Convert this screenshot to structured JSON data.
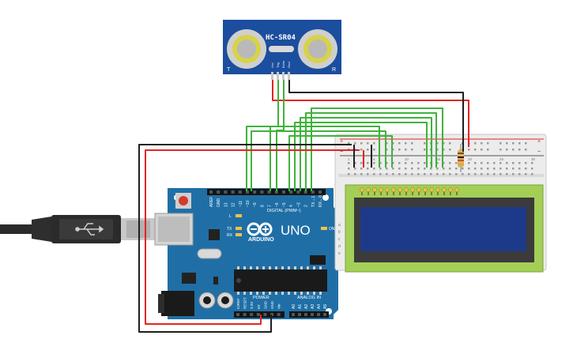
{
  "sensor": {
    "name": "HC-SR04",
    "pins": [
      "Vcc",
      "Trig",
      "Echo",
      "Gnd"
    ],
    "corner_left": "T",
    "corner_right": "R"
  },
  "arduino": {
    "brand": "ARDUINO",
    "model": "UNO",
    "digital_header": "DIGITAL (PWM~)",
    "digital_pins": [
      "AREF",
      "GND",
      "13",
      "12",
      "~11",
      "~10",
      "~9",
      "8",
      "7",
      "~6",
      "~5",
      "4",
      "~3",
      "2",
      "TX→1",
      "RX←0"
    ],
    "power_header": "POWER",
    "power_pins": [
      "IOREF",
      "RESET",
      "3.3V",
      "5V",
      "GND",
      "GND",
      "Vin"
    ],
    "analog_header": "ANALOG IN",
    "analog_pins": [
      "A0",
      "A1",
      "A2",
      "A3",
      "A4",
      "A5"
    ],
    "led_labels": [
      "L",
      "TX",
      "RX",
      "ON"
    ]
  },
  "breadboard": {
    "rail_plus": "+",
    "rail_minus": "−",
    "row_letters": [
      "a",
      "b",
      "c",
      "d",
      "e"
    ],
    "column_numbers": [
      "1",
      "5",
      "10",
      "15",
      "20",
      "25",
      "30"
    ]
  },
  "lcd": {
    "type": "16x2 LCD",
    "pin_count": 16
  },
  "colors": {
    "wire_green": "#3fb23c",
    "wire_red": "#e52421",
    "wire_black": "#1f1f1f",
    "board_blue": "#1f6fa6",
    "lcd_green": "#a3cf57",
    "lcd_screen": "#1d3a8a",
    "sensor_blue": "#1b4e9e"
  }
}
